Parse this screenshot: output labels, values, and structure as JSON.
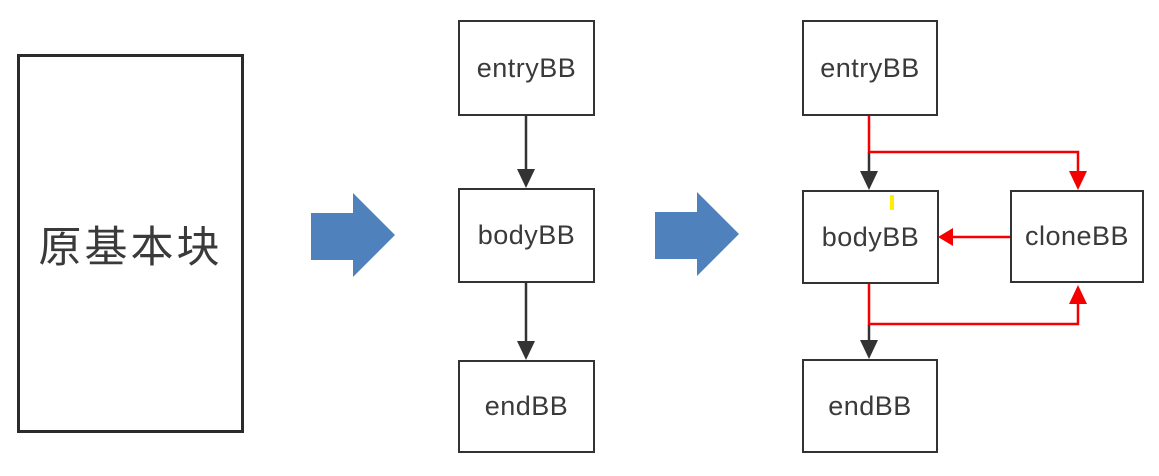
{
  "original_block": {
    "label": "原基本块"
  },
  "flow_before": {
    "nodes": [
      {
        "id": "entryBB",
        "label": "entryBB"
      },
      {
        "id": "bodyBB",
        "label": "bodyBB"
      },
      {
        "id": "endBB",
        "label": "endBB"
      }
    ],
    "edges": [
      {
        "from": "entryBB",
        "to": "bodyBB",
        "color": "black"
      },
      {
        "from": "bodyBB",
        "to": "endBB",
        "color": "black"
      }
    ]
  },
  "flow_after": {
    "nodes": [
      {
        "id": "entryBB",
        "label": "entryBB"
      },
      {
        "id": "bodyBB",
        "label": "bodyBB"
      },
      {
        "id": "cloneBB",
        "label": "cloneBB"
      },
      {
        "id": "endBB",
        "label": "endBB"
      }
    ],
    "edges": [
      {
        "from": "entryBB",
        "to": "bodyBB",
        "color": "black"
      },
      {
        "from": "entryBB",
        "to": "cloneBB",
        "color": "red"
      },
      {
        "from": "cloneBB",
        "to": "bodyBB",
        "color": "red"
      },
      {
        "from": "bodyBB",
        "to": "cloneBB",
        "color": "red"
      },
      {
        "from": "bodyBB",
        "to": "endBB",
        "color": "black"
      }
    ]
  },
  "colors": {
    "box_border": "#333333",
    "label_text": "#3a3a3a",
    "edge_black": "#333333",
    "edge_red": "#f40000",
    "transform_arrow_blue": "#4f81bd",
    "highlight_yellow": "#ffee00"
  }
}
